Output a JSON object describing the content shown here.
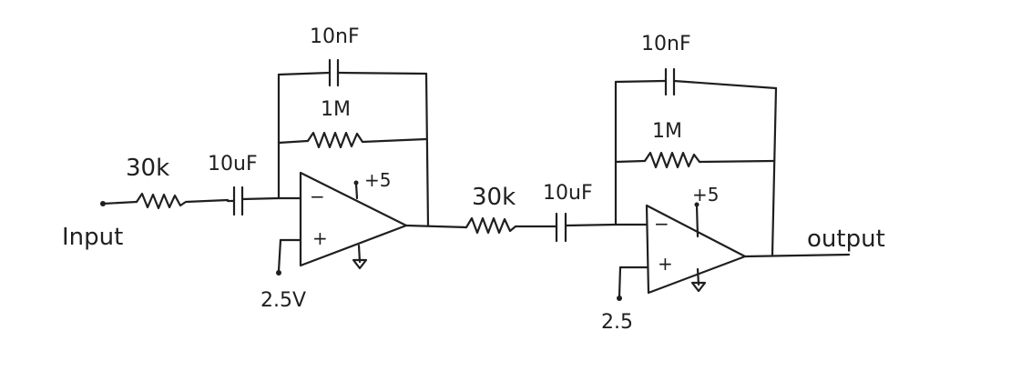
{
  "title": "",
  "colors": {
    "ink": "#1f1f1f",
    "background": "#ffffff"
  },
  "signal": {
    "input_label": "Input",
    "output_label": "output"
  },
  "stage1": {
    "input_resistor": "30k",
    "input_capacitor": "10uF",
    "feedback_capacitor": "10nF",
    "feedback_resistor": "1M",
    "supply": "+5",
    "reference": "2.5V",
    "inverting_sign": "−",
    "noninverting_sign": "+"
  },
  "stage2": {
    "input_resistor": "30k",
    "input_capacitor": "10uF",
    "feedback_capacitor": "10nF",
    "feedback_resistor": "1M",
    "supply": "+5",
    "reference": "2.5",
    "inverting_sign": "−",
    "noninverting_sign": "+"
  }
}
